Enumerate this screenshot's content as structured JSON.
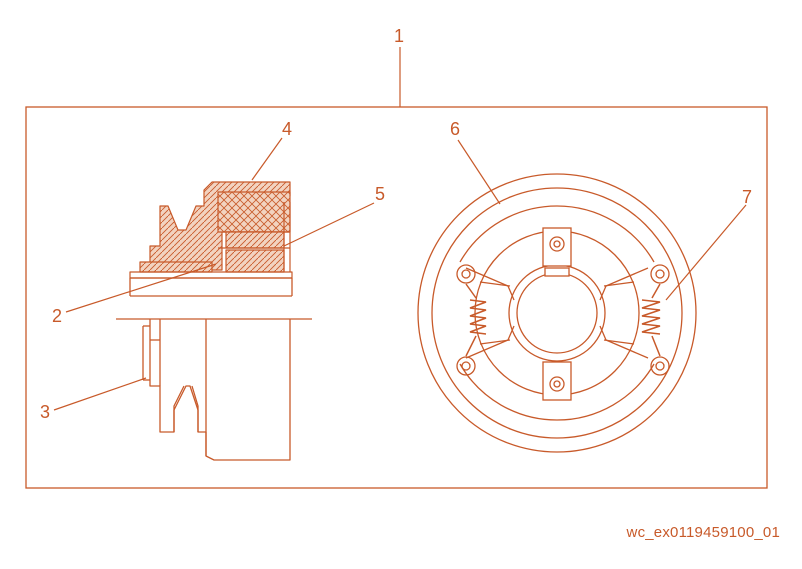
{
  "figure": {
    "code": "wc_ex0119459100_01",
    "line_color": "#c85a2a",
    "fill_color": "#f2d3c0"
  },
  "callouts": [
    {
      "id": "1",
      "text": "1"
    },
    {
      "id": "2",
      "text": "2"
    },
    {
      "id": "3",
      "text": "3"
    },
    {
      "id": "4",
      "text": "4"
    },
    {
      "id": "5",
      "text": "5"
    },
    {
      "id": "6",
      "text": "6"
    },
    {
      "id": "7",
      "text": "7"
    }
  ]
}
